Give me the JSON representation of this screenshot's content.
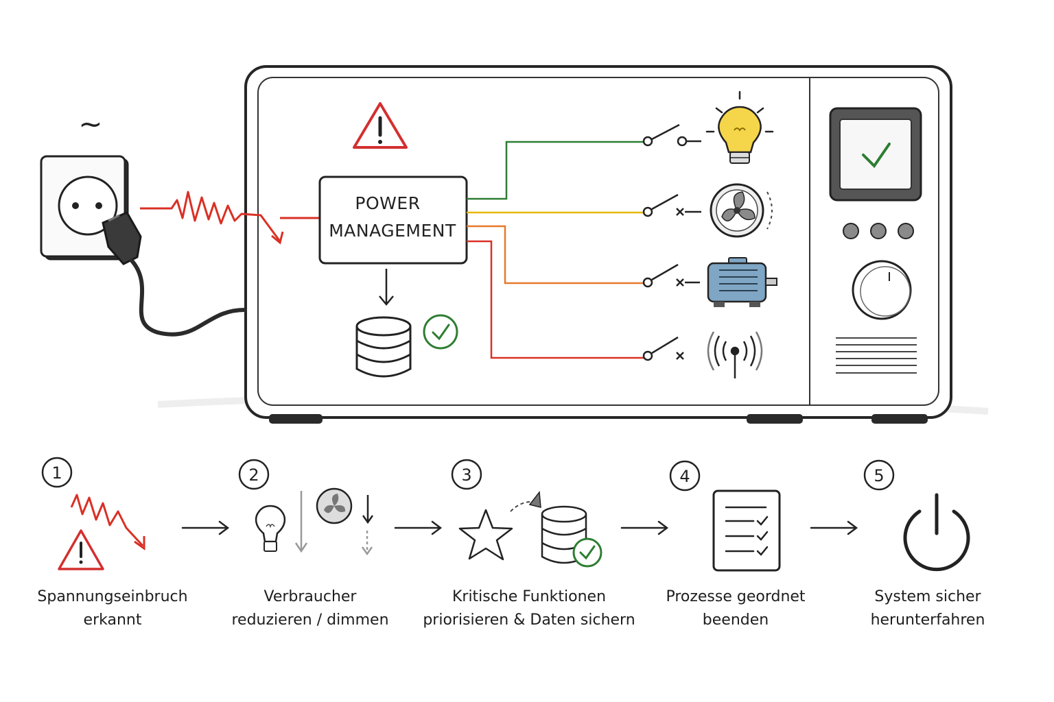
{
  "device": {
    "mains_symbol": "~",
    "power_management_label_line1": "POWER",
    "power_management_label_line2": "MANAGEMENT"
  },
  "loads": [
    {
      "name": "light",
      "icon": "light-bulb-icon",
      "line_color": "#2e7d32",
      "switch": "closed"
    },
    {
      "name": "fan",
      "icon": "fan-icon",
      "line_color": "#e6b800",
      "switch": "open"
    },
    {
      "name": "motor",
      "icon": "motor-icon",
      "line_color": "#e8782a",
      "switch": "open"
    },
    {
      "name": "wireless",
      "icon": "antenna-icon",
      "line_color": "#d93025",
      "switch": "open"
    }
  ],
  "colors": {
    "warning": "#d32f2f",
    "ok": "#2e7d32",
    "motor": "#7fa6c4",
    "bulb": "#f5d54a"
  },
  "steps": [
    {
      "number": "1",
      "line1": "Spannungseinbruch",
      "line2": "erkannt",
      "icon": "voltage-drop-warning-icon"
    },
    {
      "number": "2",
      "line1": "Verbraucher",
      "line2": "reduzieren / dimmen",
      "icon": "dim-loads-icon"
    },
    {
      "number": "3",
      "line1": "Kritische Funktionen",
      "line2": "priorisieren & Daten sichern",
      "icon": "priority-star-database-icon"
    },
    {
      "number": "4",
      "line1": "Prozesse geordnet",
      "line2": "beenden",
      "icon": "checklist-icon"
    },
    {
      "number": "5",
      "line1": "System sicher",
      "line2": "herunterfahren",
      "icon": "power-icon"
    }
  ]
}
